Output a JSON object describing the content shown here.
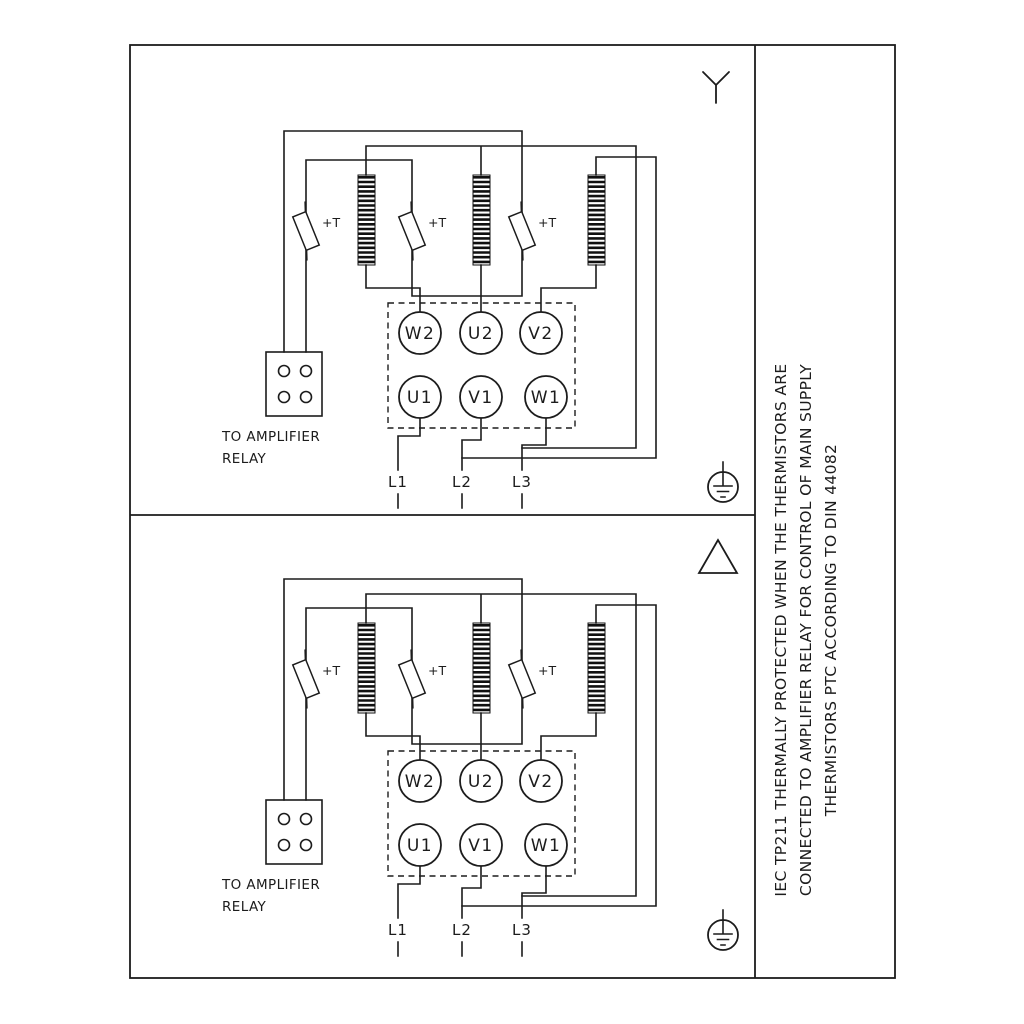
{
  "terminals": {
    "top_row": [
      "W2",
      "U2",
      "V2"
    ],
    "bottom_row": [
      "U1",
      "V1",
      "W1"
    ]
  },
  "supply": [
    "L1",
    "L2",
    "L3"
  ],
  "thermistor": "+T",
  "relay": {
    "line1": "TO AMPLIFIER",
    "line2": "RELAY"
  },
  "side_note": {
    "line1": "IEC TP211 THERMALLY PROTECTED WHEN THE THERMISTORS ARE",
    "line2": "CONNECTED TO AMPLIFIER RELAY FOR CONTROL OF MAIN SUPPLY",
    "line3": "THERMISTORS PTC ACCORDING TO DIN 44082"
  },
  "symbols": {
    "top_panel": "star-connection",
    "bottom_panel": "delta-connection",
    "corner": "protective-earth-ground"
  },
  "colors": {
    "line": "#1c1c1c",
    "background": "#ffffff"
  }
}
